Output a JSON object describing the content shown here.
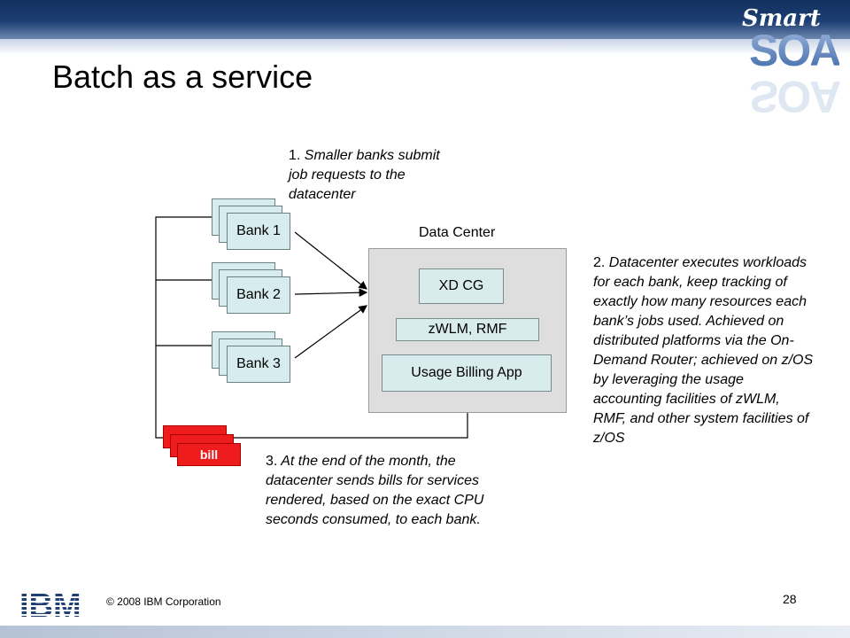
{
  "slide": {
    "title": "Batch as a service",
    "page_number": "28",
    "copyright": "© 2008 IBM Corporation",
    "logo": {
      "smart": "Smart",
      "soa": "SOA",
      "ibm": "IBM"
    }
  },
  "diagram": {
    "banks": [
      "Bank 1",
      "Bank 2",
      "Bank 3"
    ],
    "bill_label": "bill",
    "data_center": {
      "label": "Data Center",
      "components": [
        "XD CG",
        "zWLM, RMF",
        "Usage Billing App"
      ]
    },
    "notes": {
      "step1": {
        "num": "1.",
        "text": "Smaller banks submit job requests to the datacenter"
      },
      "step2": {
        "num": "2.",
        "text": "Datacenter executes workloads for each bank, keep tracking of exactly how many resources each bank’s jobs used. Achieved on distributed platforms via the On-Demand Router; achieved on z/OS by leveraging the usage accounting facilities of zWLM, RMF, and other system facilities of z/OS"
      },
      "step3": {
        "num": "3.",
        "text": "At the end of the month, the datacenter sends bills for services rendered, based on the exact CPU seconds consumed, to each bank."
      }
    }
  },
  "colors": {
    "bank_fill": "#d6ecee",
    "bill_fill": "#ee1c1c",
    "datacenter_fill": "#dedede",
    "header": "#1d3f74"
  }
}
